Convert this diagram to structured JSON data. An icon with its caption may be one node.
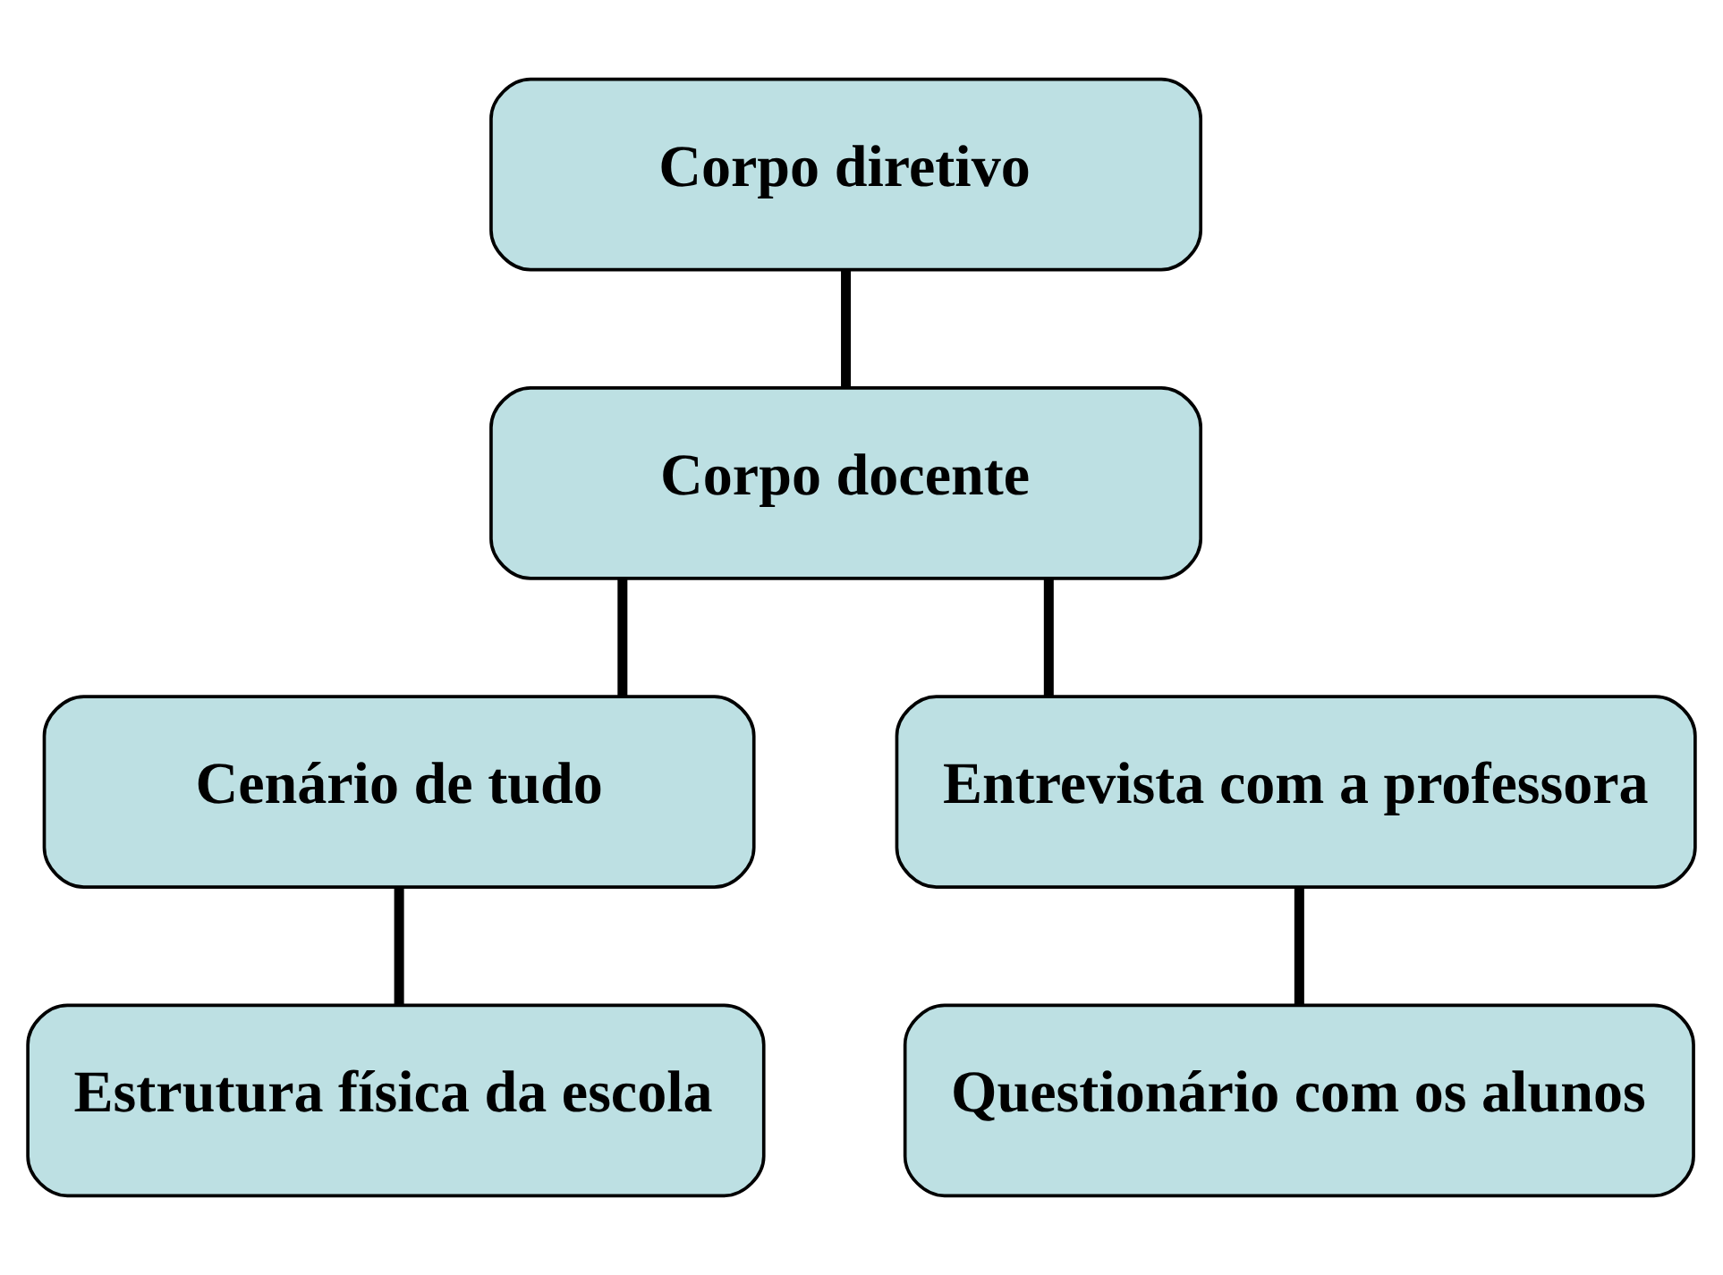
{
  "diagram": {
    "nodes": [
      {
        "text": [
          "Corpo diretivo"
        ]
      },
      {
        "text": [
          "Corpo docente"
        ]
      },
      {
        "text": [
          "Cenário de tudo"
        ]
      },
      {
        "text": [
          "Entrevista com a professora"
        ]
      },
      {
        "text": [
          "Estrutura física da escola"
        ]
      },
      {
        "text": [
          "Questionário com os alunos"
        ]
      }
    ],
    "edges": [
      {
        "from": 0,
        "to": 1,
        "arrow": "none"
      },
      {
        "from": 1,
        "to": 2,
        "arrow": "none"
      },
      {
        "from": 1,
        "to": 3,
        "arrow": "none"
      },
      {
        "from": 2,
        "to": 4,
        "arrow": "none"
      },
      {
        "from": 3,
        "to": 5,
        "arrow": "none"
      }
    ]
  }
}
